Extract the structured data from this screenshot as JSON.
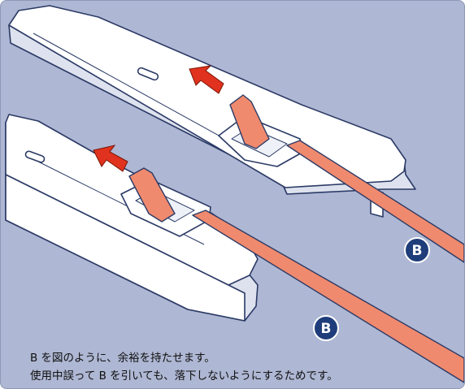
{
  "labels": {
    "strap_label": "B"
  },
  "caption": {
    "line1": "B を図のように、余裕を持たせます。",
    "line2": "使用中誤って B を引いても、落下しないようにするためです。"
  },
  "colors": {
    "background": "#aeb7d3",
    "device_body": "#ffffff",
    "device_outline": "#2b3a66",
    "strap": "#f08a6e",
    "arrow": "#e0321e",
    "badge": "#1f3d7a"
  }
}
